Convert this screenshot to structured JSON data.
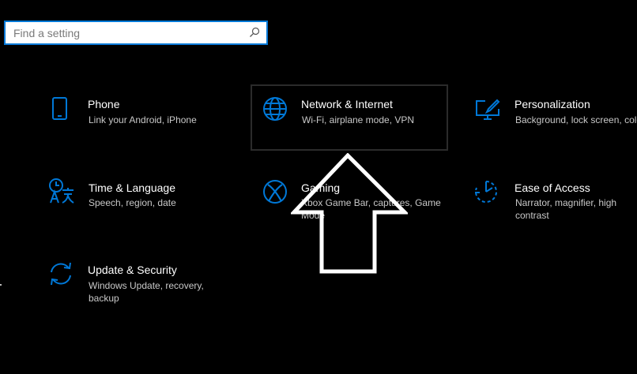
{
  "search": {
    "placeholder": "Find a setting",
    "icon": "search-icon"
  },
  "accent": "#0078d7",
  "tiles": [
    {
      "key": "phone",
      "title": "Phone",
      "desc": "Link your Android, iPhone",
      "icon": "phone-icon"
    },
    {
      "key": "network",
      "title": "Network & Internet",
      "desc": "Wi-Fi, airplane mode, VPN",
      "icon": "globe-icon"
    },
    {
      "key": "personalization",
      "title": "Personalization",
      "desc": "Background, lock screen, colo",
      "icon": "monitor-brush-icon"
    },
    {
      "key": "time",
      "title": "Time & Language",
      "desc": "Speech, region, date",
      "icon": "language-icon"
    },
    {
      "key": "gaming",
      "title": "Gaming",
      "desc": "Xbox Game Bar, captures, Game Mode",
      "icon": "xbox-icon"
    },
    {
      "key": "ease",
      "title": "Ease of Access",
      "desc": "Narrator, magnifier, high contrast",
      "icon": "ease-of-access-icon"
    },
    {
      "key": "update",
      "title": "Update & Security",
      "desc": "Windows Update, recovery, backup",
      "icon": "sync-icon"
    }
  ]
}
